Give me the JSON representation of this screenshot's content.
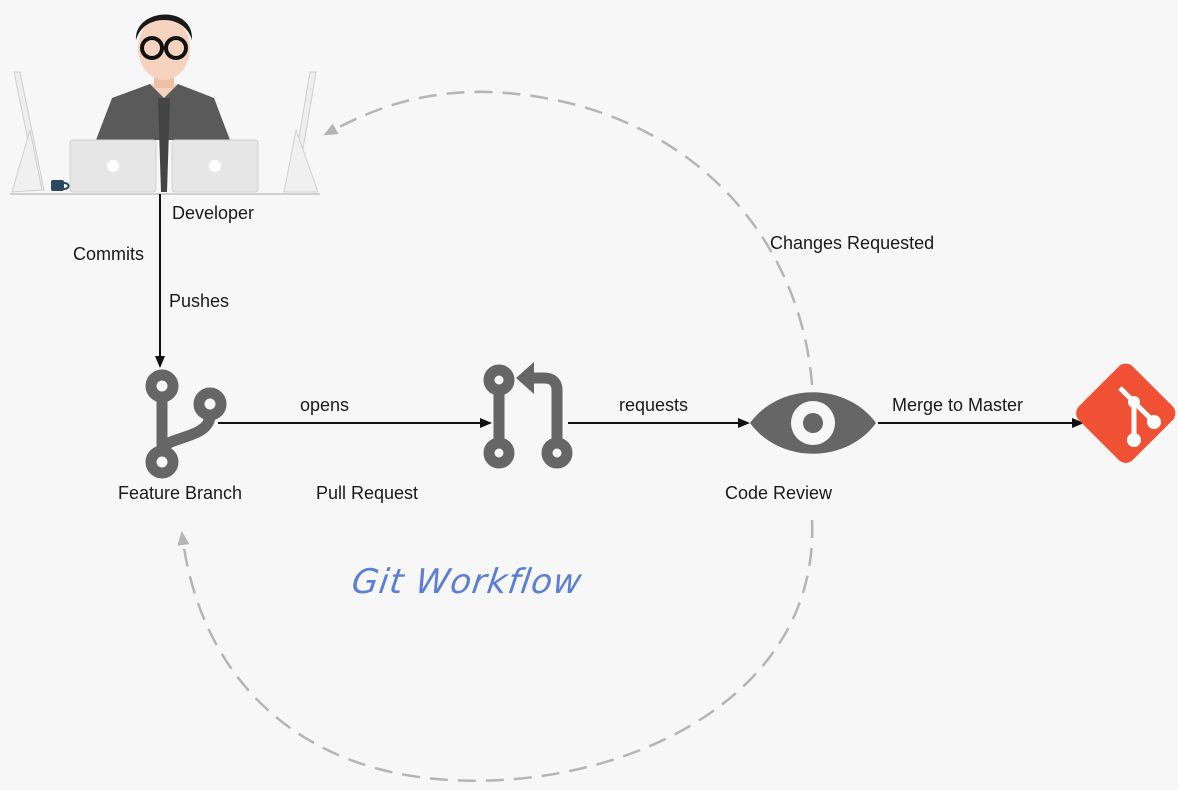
{
  "nodes": {
    "developer": {
      "label": "Developer",
      "icon": "developer-at-laptop-icon"
    },
    "feature_branch": {
      "label": "Feature Branch",
      "icon": "git-branch-icon"
    },
    "pull_request": {
      "label": "Pull Request",
      "icon": "git-pull-request-icon"
    },
    "code_review": {
      "label": "Code Review",
      "icon": "eye-icon"
    },
    "master": {
      "icon": "git-logo-icon"
    }
  },
  "edges": {
    "commits": "Commits",
    "pushes": "Pushes",
    "opens": "opens",
    "requests": "requests",
    "merge": "Merge to Master",
    "changes_requested": "Changes Requested"
  },
  "title": "Git Workflow",
  "colors": {
    "icon_gray": "#666666",
    "git_orange": "#f05033",
    "dashed_loop": "#b5b5b5",
    "title_blue": "#5b7fd6"
  }
}
